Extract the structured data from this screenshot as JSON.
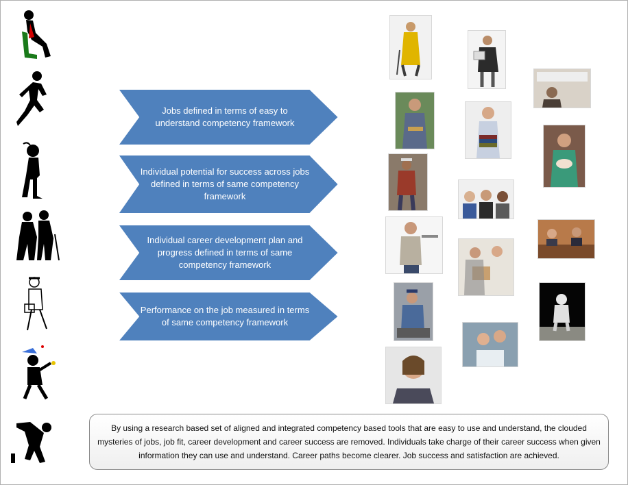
{
  "arrows": [
    {
      "text": "Jobs defined in terms of  easy to understand competency framework"
    },
    {
      "text": "Individual potential for success across jobs  defined in terms of same competency framework"
    },
    {
      "text": "Individual career development plan and progress defined in terms of same competency framework"
    },
    {
      "text": "Performance on the job measured  in terms of same competency framework"
    }
  ],
  "summary": {
    "text": "By using a research based set of aligned and integrated competency based tools that are easy to use and understand, the clouded mysteries of jobs, job fit, career development and career success are removed.  Individuals take charge of their career success when given information they can use and understand.  Career paths become clearer. Job success and satisfaction are achieved."
  },
  "colors": {
    "arrow_fill": "#4f81bd",
    "arrow_stroke": "#ffffff",
    "silhouette": "#000000"
  }
}
